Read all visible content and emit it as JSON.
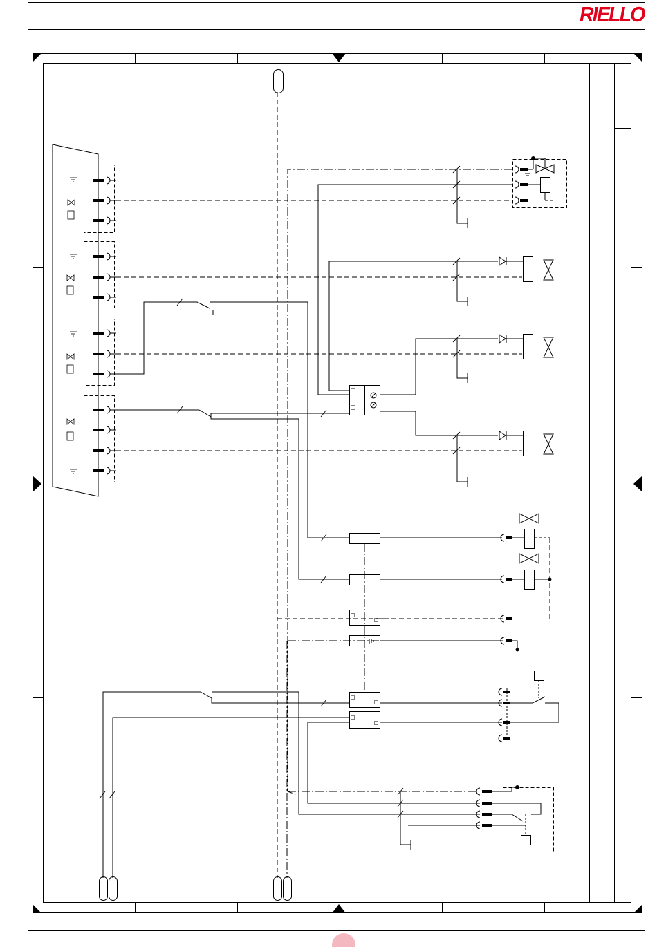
{
  "header": {
    "brand": "RIELLO",
    "brand_color": "#e3001b"
  },
  "footer": {
    "page_number": ""
  },
  "diagram": {
    "type": "electrical wiring diagram",
    "line_color": "#000000",
    "connector_groups": 4,
    "valve_units": 6,
    "dashed_cables": 3
  }
}
